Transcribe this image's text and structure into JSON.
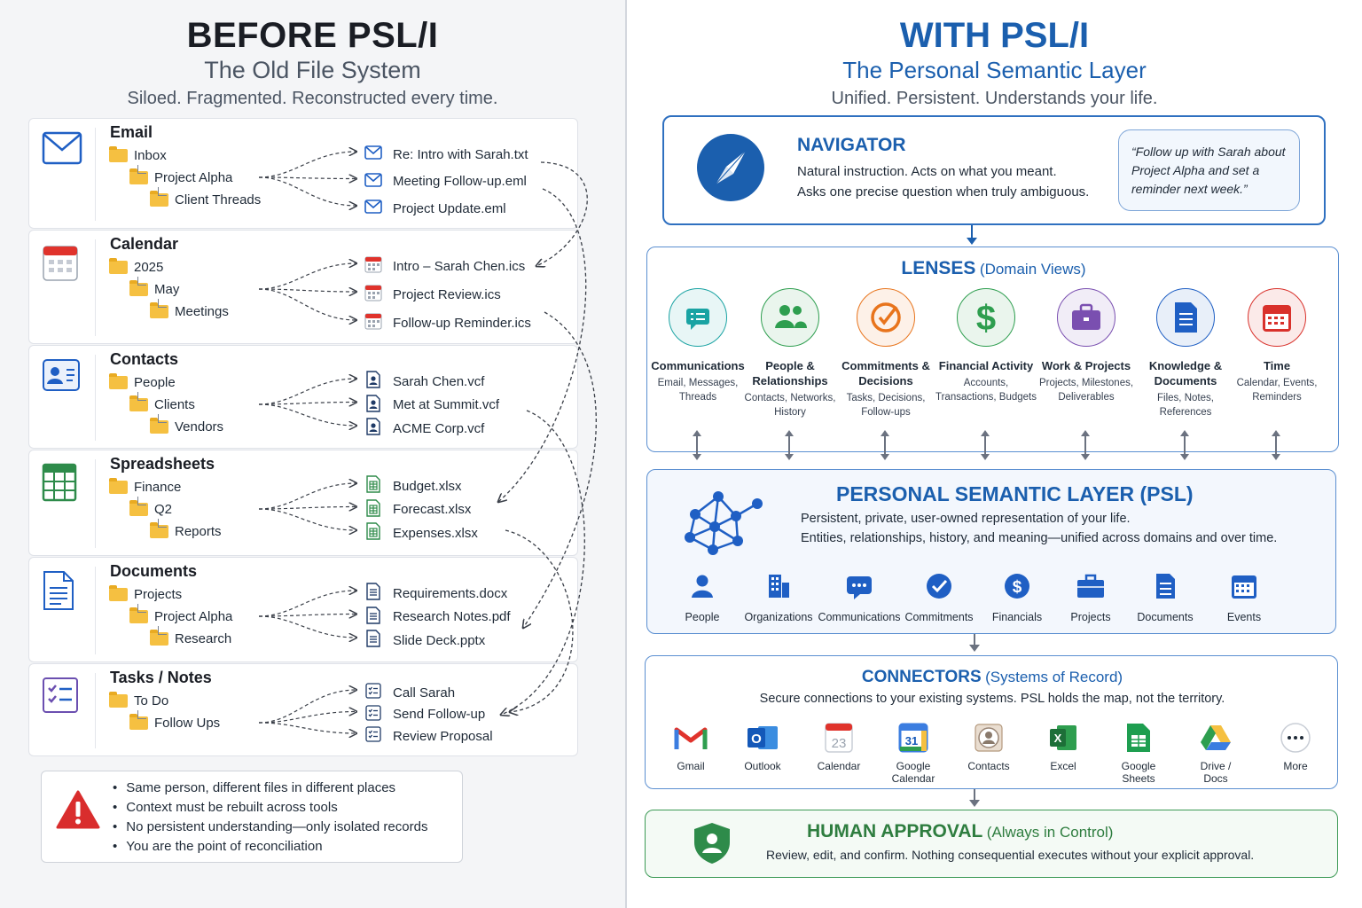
{
  "left": {
    "title": "BEFORE PSL/I",
    "subtitle": "The Old File System",
    "tagline": "Siloed. Fragmented. Reconstructed every time.",
    "groups": [
      {
        "name": "Email",
        "icon": "envelope-icon",
        "folders": [
          "Inbox",
          "Project Alpha",
          "Client Threads"
        ],
        "files": [
          "Re: Intro with Sarah.txt",
          "Meeting Follow-up.eml",
          "Project Update.eml"
        ],
        "file_icon": "envelope-icon"
      },
      {
        "name": "Calendar",
        "icon": "calendar-icon",
        "folders": [
          "2025",
          "May",
          "Meetings"
        ],
        "files": [
          "Intro – Sarah Chen.ics",
          "Project Review.ics",
          "Follow-up Reminder.ics"
        ],
        "file_icon": "calendar-icon"
      },
      {
        "name": "Contacts",
        "icon": "contact-card-icon",
        "folders": [
          "People",
          "Clients",
          "Vendors"
        ],
        "files": [
          "Sarah Chen.vcf",
          "Met at Summit.vcf",
          "ACME Corp.vcf"
        ],
        "file_icon": "contact-icon"
      },
      {
        "name": "Spreadsheets",
        "icon": "spreadsheet-icon",
        "folders": [
          "Finance",
          "Q2",
          "Reports"
        ],
        "files": [
          "Budget.xlsx",
          "Forecast.xlsx",
          "Expenses.xlsx"
        ],
        "file_icon": "spreadsheet-icon"
      },
      {
        "name": "Documents",
        "icon": "document-icon",
        "folders": [
          "Projects",
          "Project Alpha",
          "Research"
        ],
        "files": [
          "Requirements.docx",
          "Research Notes.pdf",
          "Slide Deck.pptx"
        ],
        "file_icon": "document-icon"
      },
      {
        "name": "Tasks / Notes",
        "icon": "checklist-icon",
        "folders": [
          "To Do",
          "Follow Ups"
        ],
        "files": [
          "Call Sarah",
          "Send Follow-up",
          "Review Proposal"
        ],
        "file_icon": "checklist-icon"
      }
    ],
    "warnings": [
      "Same person, different files in different places",
      "Context must be rebuilt across tools",
      "No persistent understanding—only isolated records",
      "You are the point of reconciliation"
    ]
  },
  "right": {
    "title": "WITH PSL/I",
    "subtitle": "The Personal Semantic Layer",
    "tagline": "Unified. Persistent. Understands your life.",
    "navigator": {
      "title": "NAVIGATOR",
      "line1": "Natural instruction. Acts on what you meant.",
      "line2": "Asks one precise question when truly ambiguous.",
      "quote": "“Follow up with Sarah about Project Alpha and set a reminder next week.”"
    },
    "lenses": {
      "title": "LENSES",
      "paren": "(Domain Views)",
      "items": [
        {
          "name": "Communications",
          "desc": "Email, Messages, Threads",
          "color": "#1aa3a3"
        },
        {
          "name": "People & Relationships",
          "desc": "Contacts, Networks, History",
          "color": "#2e9e4f"
        },
        {
          "name": "Commitments & Decisions",
          "desc": "Tasks, Decisions, Follow-ups",
          "color": "#e8741c"
        },
        {
          "name": "Financial Activity",
          "desc": "Accounts, Transactions, Budgets",
          "color": "#2e9e4f"
        },
        {
          "name": "Work & Projects",
          "desc": "Projects, Milestones, Deliverables",
          "color": "#7a4fb0"
        },
        {
          "name": "Knowledge & Documents",
          "desc": "Files, Notes, References",
          "color": "#1f5fc4"
        },
        {
          "name": "Time",
          "desc": "Calendar, Events, Reminders",
          "color": "#d9312b"
        }
      ]
    },
    "psl": {
      "title": "PERSONAL SEMANTIC LAYER (PSL)",
      "line1": "Persistent, private, user-owned representation of your life.",
      "line2": "Entities, relationships, history, and meaning—unified across domains and over time.",
      "entities": [
        "People",
        "Organizations",
        "Communications",
        "Commitments",
        "Financials",
        "Projects",
        "Documents",
        "Events"
      ]
    },
    "connectors": {
      "title": "CONNECTORS",
      "paren": "(Systems of Record)",
      "desc": "Secure connections to your existing systems. PSL holds the map, not the territory.",
      "items": [
        "Gmail",
        "Outlook",
        "Calendar",
        "Google Calendar",
        "Contacts",
        "Excel",
        "Google Sheets",
        "Drive / Docs",
        "More"
      ]
    },
    "approval": {
      "title": "HUMAN APPROVAL",
      "paren": "(Always in Control)",
      "desc": "Review, edit, and confirm. Nothing consequential executes without your explicit approval."
    }
  }
}
